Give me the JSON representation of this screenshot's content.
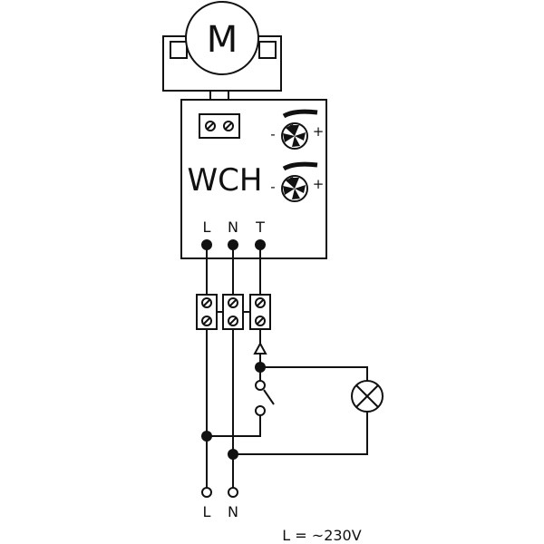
{
  "motor": {
    "label": "M"
  },
  "controller": {
    "name": "WCH",
    "minus_label": "-",
    "plus_label": "+"
  },
  "controller_terminals": [
    "L",
    "N",
    "T"
  ],
  "supply_terminals": [
    "L",
    "N"
  ],
  "supply_note": "L = ~230V",
  "icons": [
    "fan-icon",
    "fan-speed-arc-icon",
    "lamp-icon",
    "switch-icon",
    "screw-terminal-icon"
  ],
  "colors": {
    "line": "#111111",
    "background": "#ffffff"
  }
}
